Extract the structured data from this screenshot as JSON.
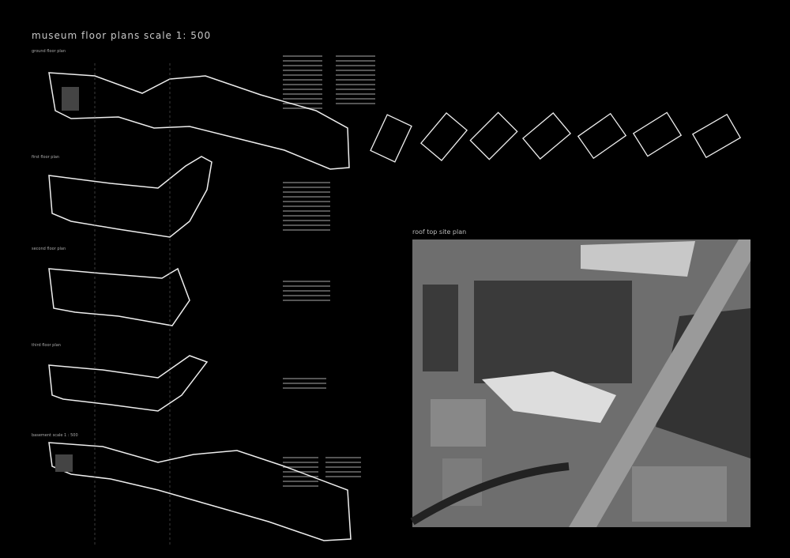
{
  "board": {
    "title": "museum floor plans scale 1: 500",
    "ground_label": "ground floor plan",
    "first_label": "first floor plan",
    "second_label": "second floor plan",
    "third_label": "third floor plan",
    "basement_label": "basement scale 1 : 500",
    "site_label": "roof top site plan"
  },
  "colors": {
    "background": "#000000",
    "linework": "#ffffff",
    "aerial": "#6e6e6e"
  }
}
